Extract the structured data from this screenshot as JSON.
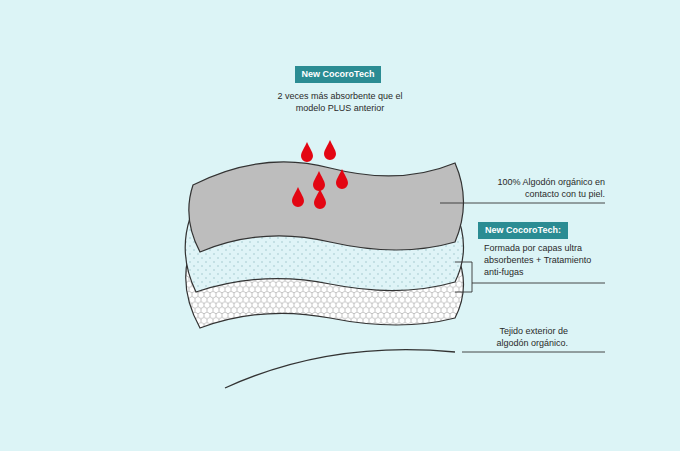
{
  "diagram": {
    "nodes": [
      {
        "text": [
          "New CocoroTech"
        ]
      },
      {
        "text": [
          "New CocoroTech:"
        ]
      }
    ],
    "labels": [
      "2 veces más absorbente que el modelo PLUS anterior",
      "100% Algodón orgánico en contacto con tu piel.",
      "Formada por capas ultra absorbentes + Tratamiento anti-fugas",
      "Tejido exterior de algodón orgánico."
    ]
  }
}
